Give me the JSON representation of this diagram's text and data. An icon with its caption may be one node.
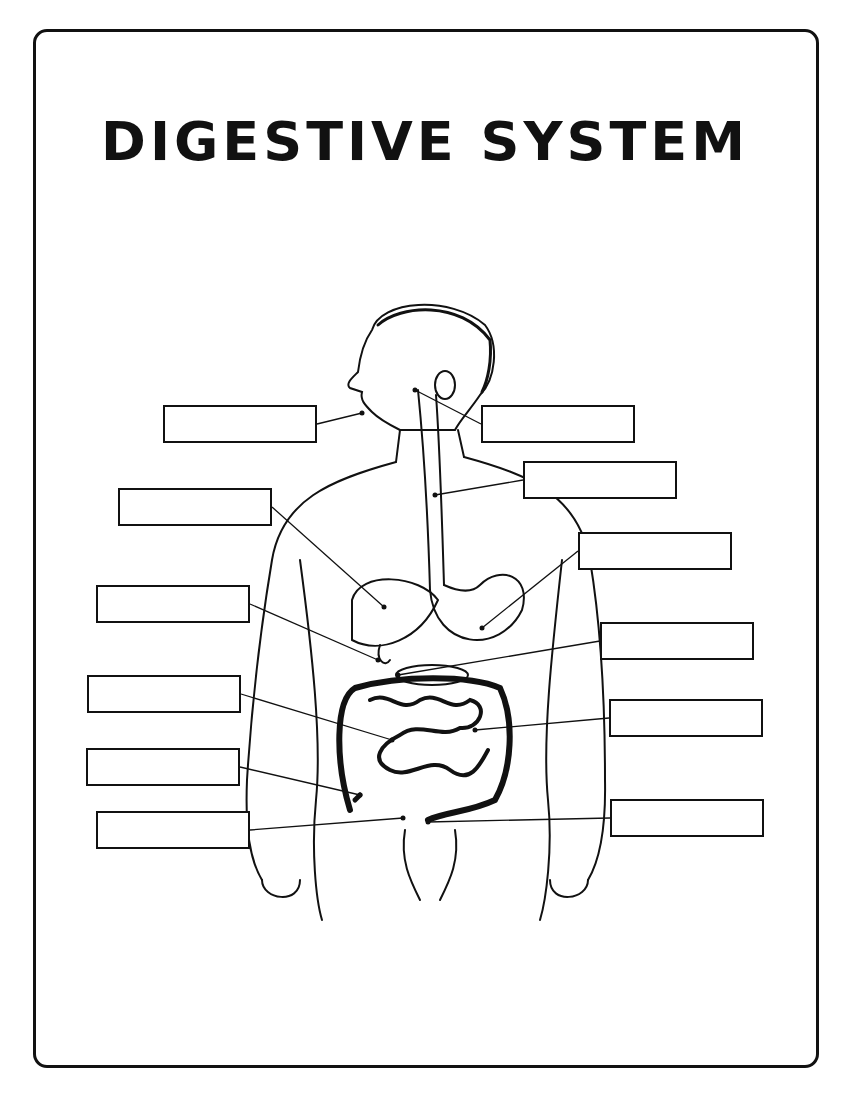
{
  "diagram": {
    "title": "DIGESTIVE SYSTEM",
    "nodes": [
      {
        "text": [],
        "shape": "box"
      },
      {
        "text": [],
        "shape": "box"
      },
      {
        "text": [],
        "shape": "box"
      },
      {
        "text": [],
        "shape": "box"
      },
      {
        "text": [],
        "shape": "box"
      },
      {
        "text": [],
        "shape": "box"
      },
      {
        "text": [],
        "shape": "box"
      },
      {
        "text": [],
        "shape": "box"
      },
      {
        "text": [],
        "shape": "box"
      },
      {
        "text": [],
        "shape": "box"
      },
      {
        "text": [],
        "shape": "box"
      },
      {
        "text": [],
        "shape": "box"
      }
    ],
    "edges": [
      {
        "from": 0,
        "to": null,
        "arrow": "other"
      },
      {
        "from": 1,
        "to": null,
        "arrow": "other"
      },
      {
        "from": 2,
        "to": null,
        "arrow": "other"
      },
      {
        "from": 3,
        "to": null,
        "arrow": "other"
      },
      {
        "from": 4,
        "to": null,
        "arrow": "other"
      },
      {
        "from": 5,
        "to": null,
        "arrow": "other"
      },
      {
        "from": 6,
        "to": null,
        "arrow": "other"
      },
      {
        "from": 7,
        "to": null,
        "arrow": "other"
      },
      {
        "from": 8,
        "to": null,
        "arrow": "other"
      },
      {
        "from": 9,
        "to": null,
        "arrow": "other"
      },
      {
        "from": 10,
        "to": null,
        "arrow": "other"
      },
      {
        "from": 11,
        "to": null,
        "arrow": "other"
      }
    ]
  }
}
